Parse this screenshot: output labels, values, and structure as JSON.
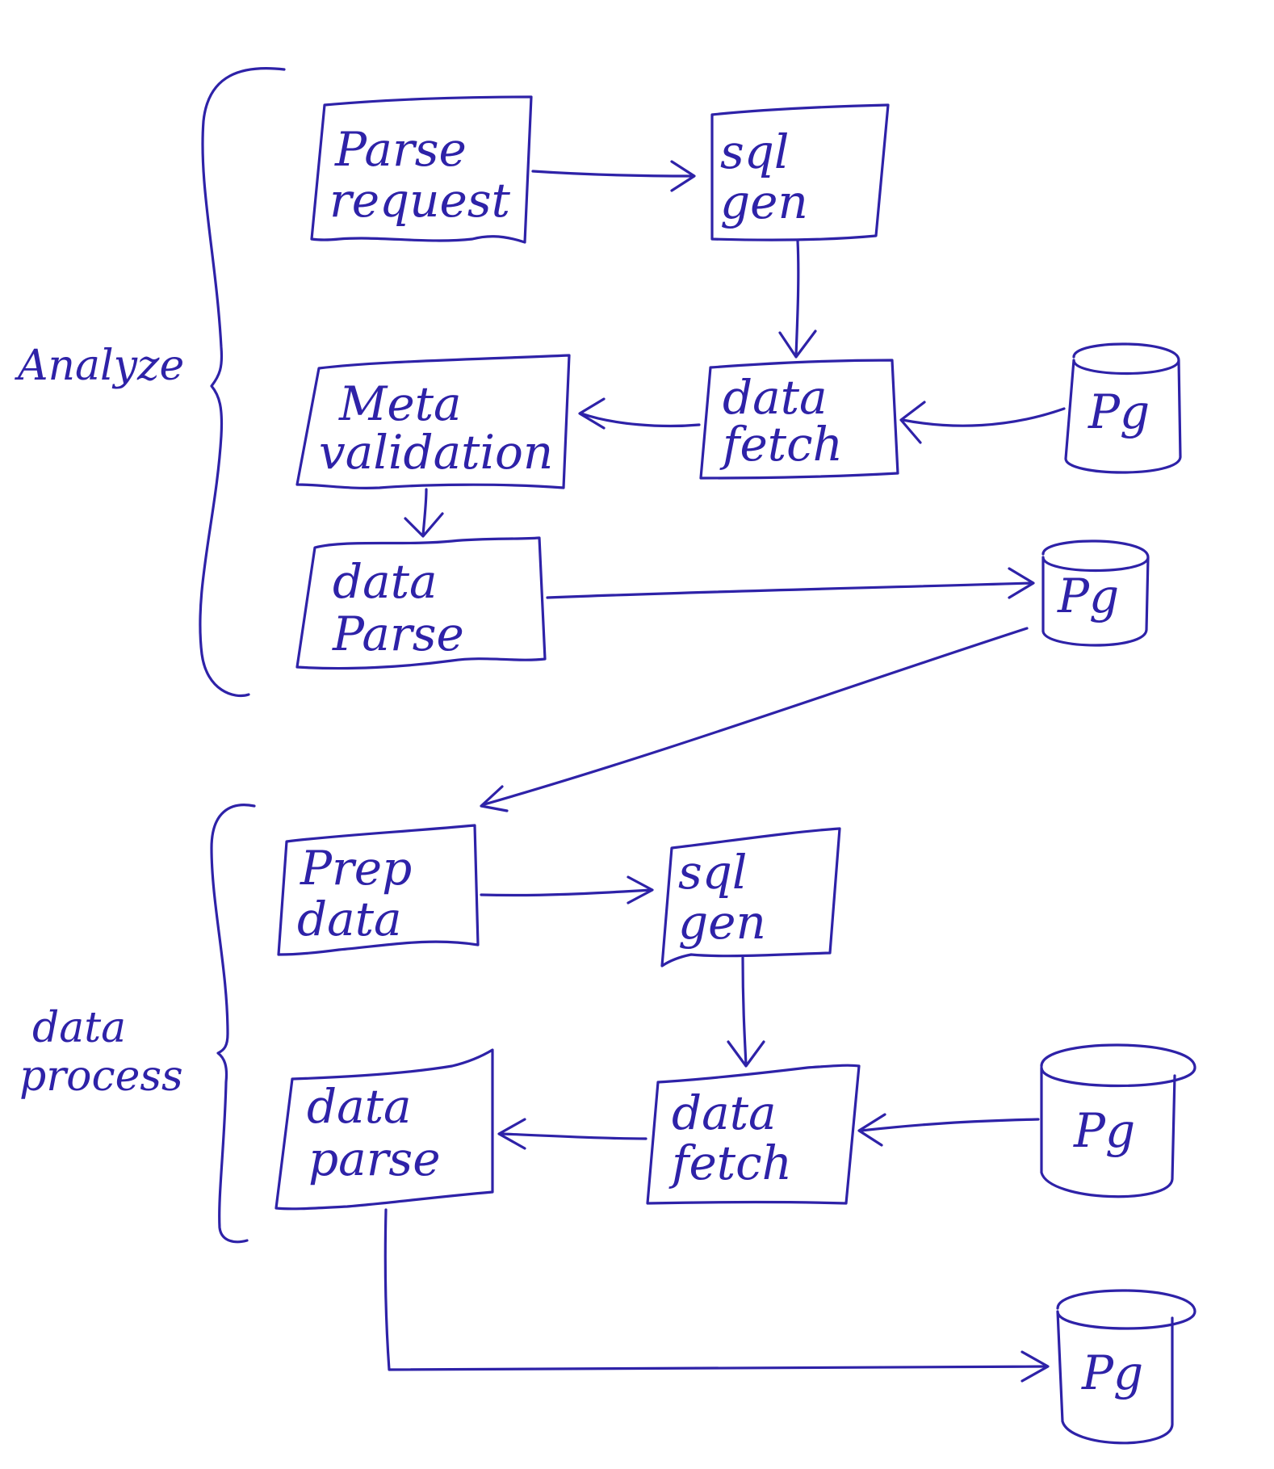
{
  "ink_color": "#2e22a8",
  "sections": [
    {
      "id": "analyze",
      "lines": [
        "Analyze"
      ]
    },
    {
      "id": "data_process",
      "lines": [
        "data",
        "process"
      ]
    }
  ],
  "nodes": [
    {
      "id": "parse_request",
      "shape": "document",
      "lines": [
        "Parse",
        "request"
      ]
    },
    {
      "id": "sql_gen_1",
      "shape": "process",
      "lines": [
        "sql",
        "gen"
      ]
    },
    {
      "id": "data_fetch_1",
      "shape": "process",
      "lines": [
        "data",
        "fetch"
      ]
    },
    {
      "id": "pg_1",
      "shape": "database",
      "lines": [
        "Pg"
      ]
    },
    {
      "id": "meta_validation",
      "shape": "document",
      "lines": [
        "Meta",
        "validation"
      ]
    },
    {
      "id": "data_parse_1",
      "shape": "document",
      "lines": [
        "data",
        "Parse"
      ]
    },
    {
      "id": "pg_2",
      "shape": "database",
      "lines": [
        "Pg"
      ]
    },
    {
      "id": "prep_data",
      "shape": "document",
      "lines": [
        "Prep",
        "data"
      ]
    },
    {
      "id": "sql_gen_2",
      "shape": "document",
      "lines": [
        "sql",
        "gen"
      ]
    },
    {
      "id": "data_fetch_2",
      "shape": "document",
      "lines": [
        "data",
        "fetch"
      ]
    },
    {
      "id": "pg_3",
      "shape": "database",
      "lines": [
        "Pg"
      ]
    },
    {
      "id": "data_parse_2",
      "shape": "document",
      "lines": [
        "data",
        "parse"
      ]
    },
    {
      "id": "pg_4",
      "shape": "database",
      "lines": [
        "Pg"
      ]
    }
  ],
  "edges": [
    {
      "from": "parse_request",
      "to": "sql_gen_1"
    },
    {
      "from": "sql_gen_1",
      "to": "data_fetch_1"
    },
    {
      "from": "pg_1",
      "to": "data_fetch_1"
    },
    {
      "from": "data_fetch_1",
      "to": "meta_validation"
    },
    {
      "from": "meta_validation",
      "to": "data_parse_1"
    },
    {
      "from": "data_parse_1",
      "to": "pg_2"
    },
    {
      "from": "pg_2",
      "to": "prep_data"
    },
    {
      "from": "prep_data",
      "to": "sql_gen_2"
    },
    {
      "from": "sql_gen_2",
      "to": "data_fetch_2"
    },
    {
      "from": "pg_3",
      "to": "data_fetch_2"
    },
    {
      "from": "data_fetch_2",
      "to": "data_parse_2"
    },
    {
      "from": "data_parse_2",
      "to": "pg_4"
    }
  ]
}
